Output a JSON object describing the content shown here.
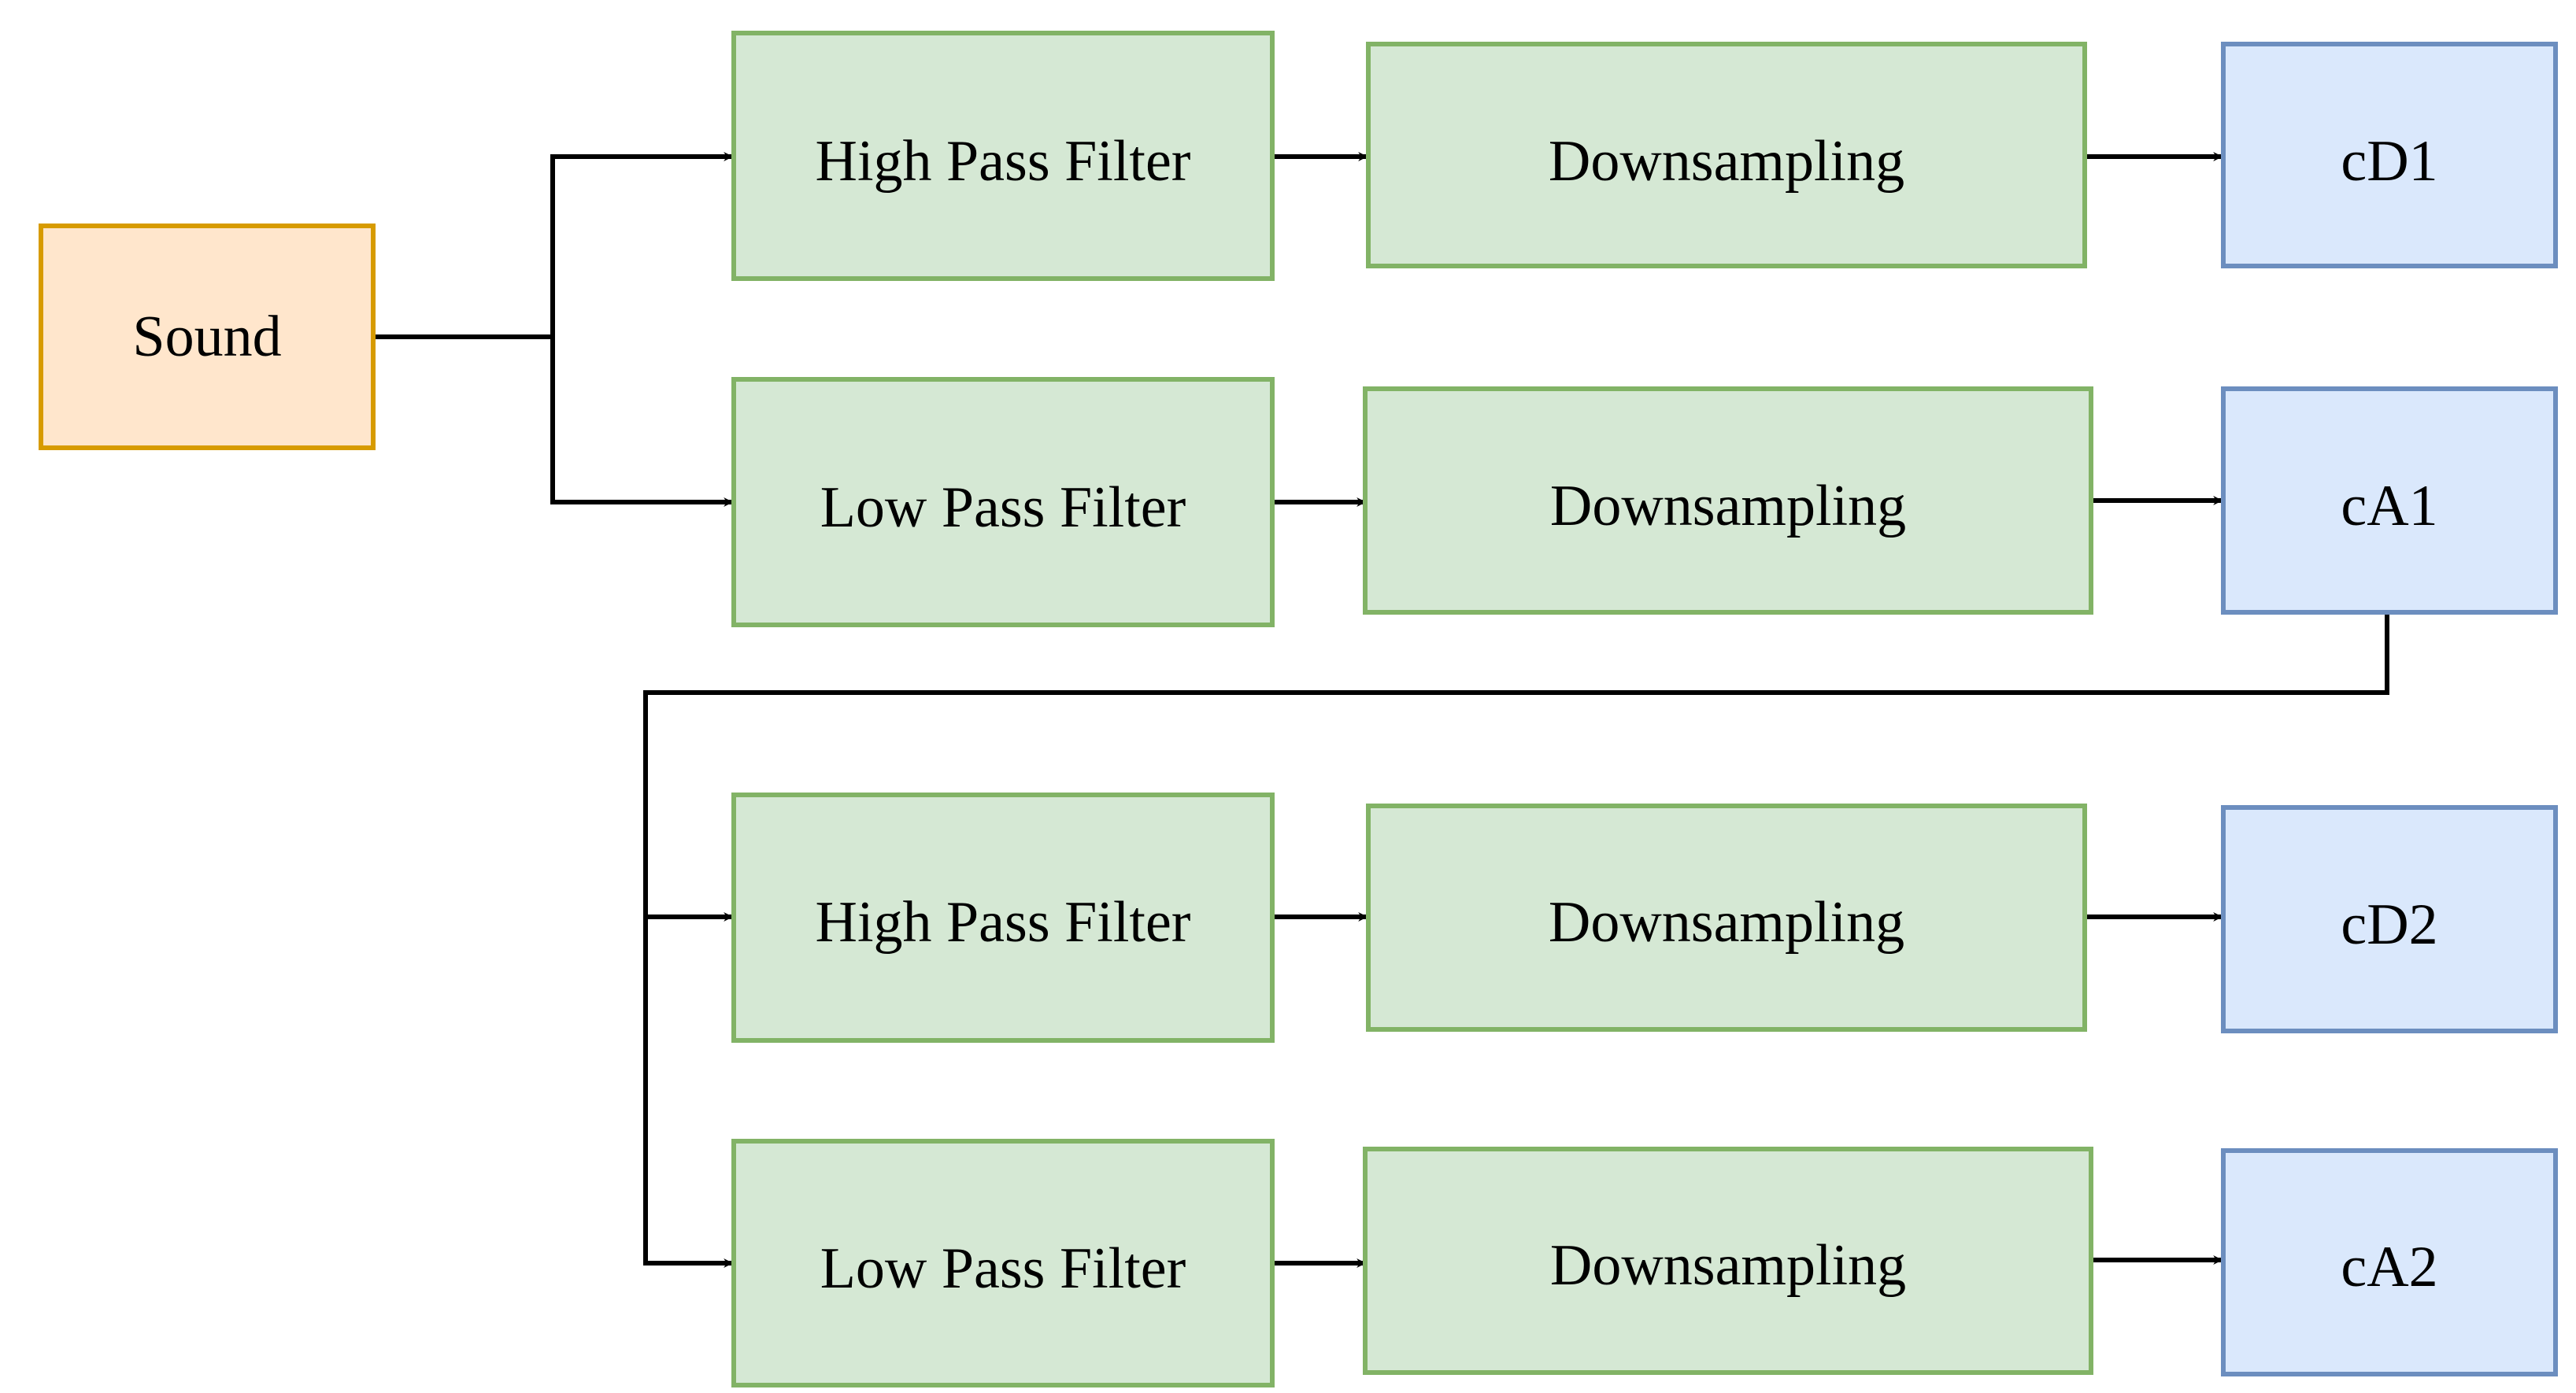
{
  "colors": {
    "source_fill": "#ffe6cc",
    "source_stroke": "#d79b00",
    "process_fill": "#d5e8d4",
    "process_stroke": "#82b366",
    "output_fill": "#dae8fc",
    "output_stroke": "#6c8ebf",
    "connector": "#000000"
  },
  "nodes": {
    "sound": "Sound",
    "level1": {
      "high_pass": "High Pass Filter",
      "low_pass": "Low Pass Filter",
      "downsampling_high": "Downsampling",
      "downsampling_low": "Downsampling",
      "detail_output": "cD1",
      "approx_output": "cA1"
    },
    "level2": {
      "high_pass": "High Pass Filter",
      "low_pass": "Low Pass Filter",
      "downsampling_high": "Downsampling",
      "downsampling_low": "Downsampling",
      "detail_output": "cD2",
      "approx_output": "cA2"
    }
  }
}
